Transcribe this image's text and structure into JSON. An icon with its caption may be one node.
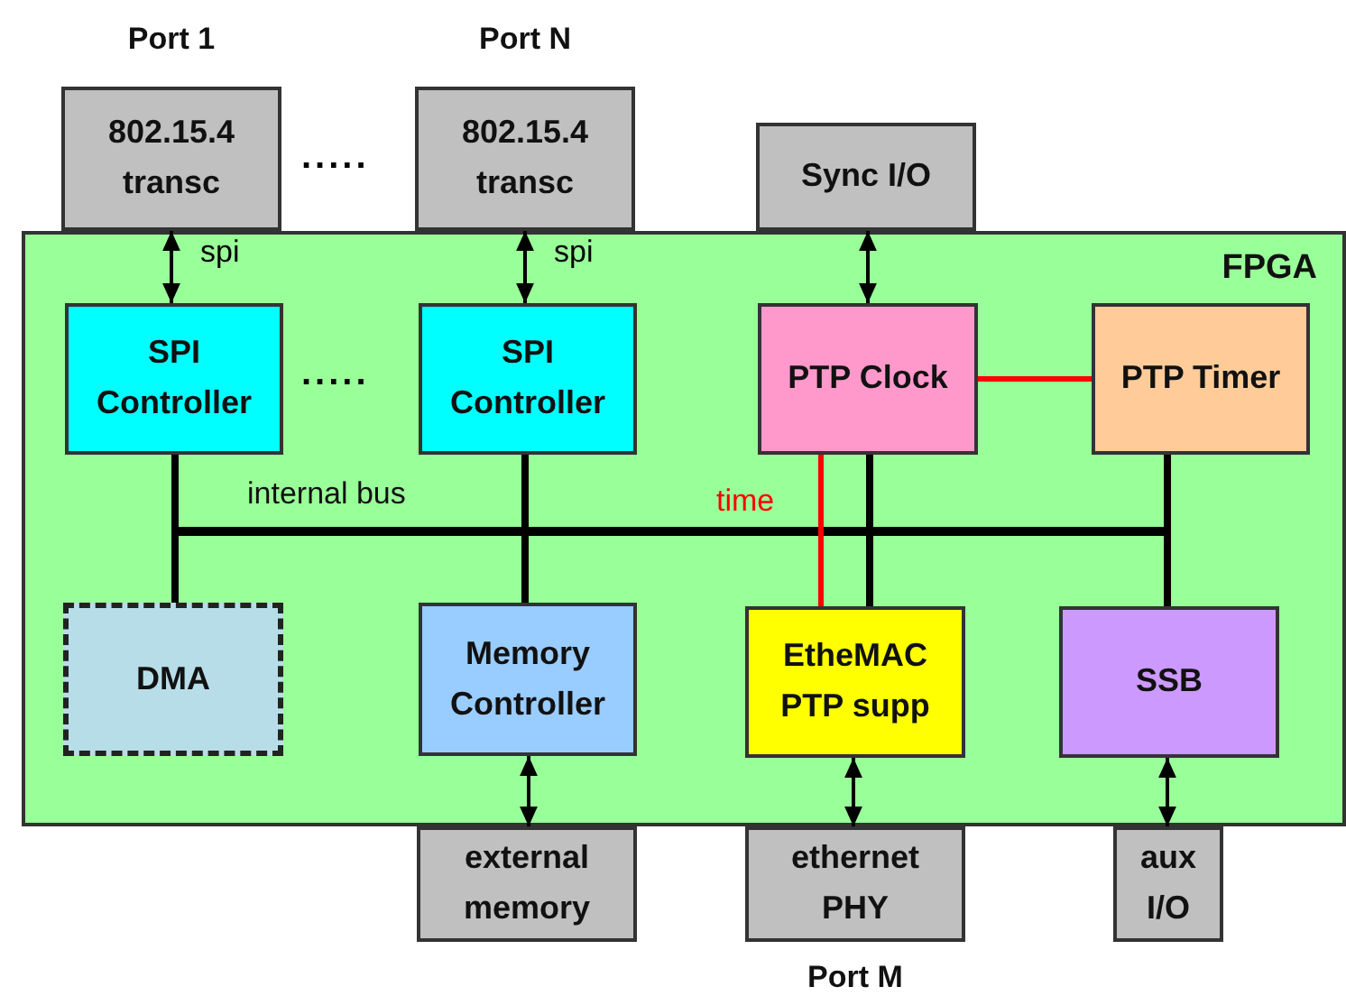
{
  "diagram": {
    "nodes": [
      {
        "text": [
          "FPGA"
        ]
      },
      {
        "text": [
          "802.15.4 transc"
        ],
        "beside": [
          "Port 1"
        ]
      },
      {
        "text": [
          "802.15.4 transc"
        ],
        "beside": [
          "Port N"
        ]
      },
      {
        "text": [
          "Sync I/O"
        ]
      },
      {
        "text": [
          "SPI Controller"
        ],
        "in": 0
      },
      {
        "text": [
          "SPI Controller"
        ],
        "in": 0
      },
      {
        "text": [
          "PTP Clock"
        ],
        "in": 0
      },
      {
        "text": [
          "PTP Timer"
        ],
        "in": 0
      },
      {
        "text": [],
        "shape": "bar",
        "in": 0,
        "beside": [
          "internal bus"
        ]
      },
      {
        "text": [
          "DMA"
        ],
        "in": 0
      },
      {
        "text": [
          "Memory Controller"
        ],
        "in": 0
      },
      {
        "text": [
          "EtheMAC PTP supp"
        ],
        "in": 0
      },
      {
        "text": [
          "SSB"
        ],
        "in": 0
      },
      {
        "text": [
          "external memory"
        ]
      },
      {
        "text": [
          "ethernet PHY"
        ],
        "beside": [
          "Port M"
        ]
      },
      {
        "text": [
          "aux I/O"
        ]
      }
    ],
    "edges": [
      {
        "from": 1,
        "to": 4,
        "arrow": "both",
        "label": "spi"
      },
      {
        "from": 2,
        "to": 5,
        "arrow": "both",
        "label": "spi"
      },
      {
        "from": 3,
        "to": 6,
        "arrow": "both"
      },
      {
        "from": 6,
        "to": 7,
        "arrow": "none",
        "color": "#ff0000"
      },
      {
        "from": 6,
        "to": 11,
        "arrow": "none",
        "color": "#ff0000",
        "label": "time"
      },
      {
        "from": 4,
        "to": 8,
        "arrow": "none"
      },
      {
        "from": 5,
        "to": 8,
        "arrow": "none"
      },
      {
        "from": 6,
        "to": 8,
        "arrow": "none"
      },
      {
        "from": 7,
        "to": 8,
        "arrow": "none"
      },
      {
        "from": 9,
        "to": 8,
        "arrow": "none"
      },
      {
        "from": 10,
        "to": 8,
        "arrow": "none"
      },
      {
        "from": 11,
        "to": 8,
        "arrow": "none"
      },
      {
        "from": 12,
        "to": 8,
        "arrow": "none"
      },
      {
        "from": 10,
        "to": 13,
        "arrow": "both"
      },
      {
        "from": 11,
        "to": 14,
        "arrow": "both"
      },
      {
        "from": 12,
        "to": 15,
        "arrow": "both"
      }
    ],
    "labels": [
      ".....",
      "....."
    ]
  }
}
